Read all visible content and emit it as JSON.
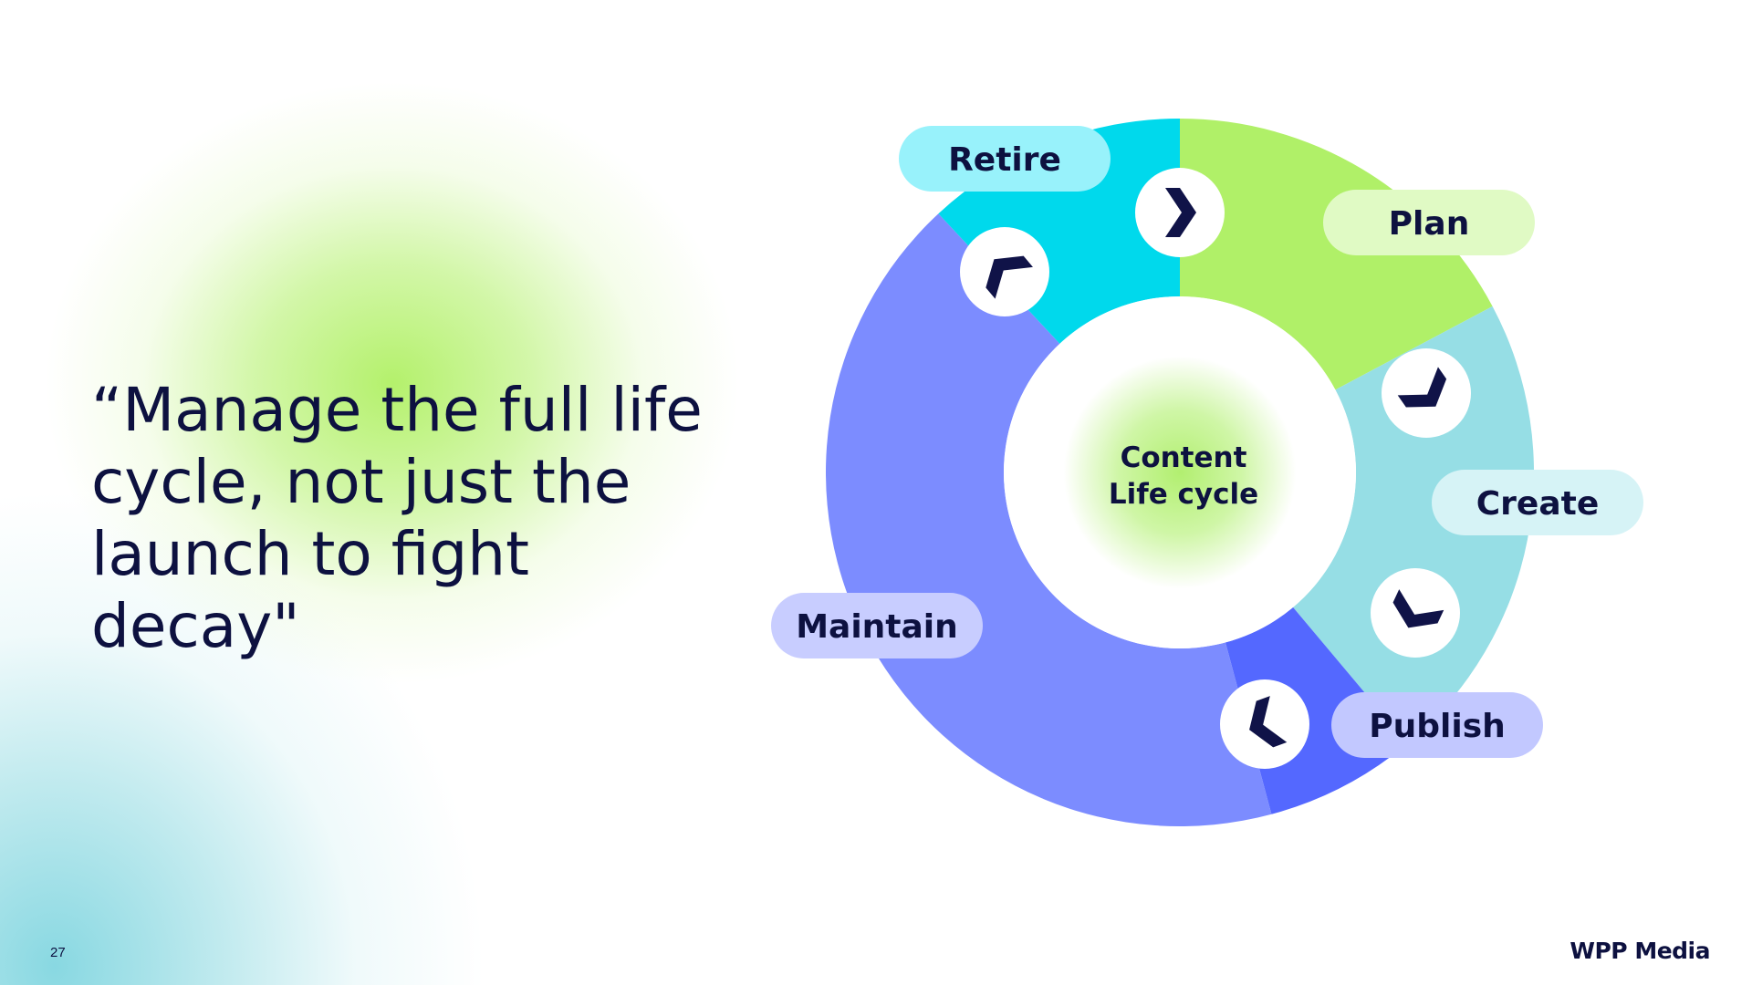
{
  "quote": "“Manage the full life cycle, not just the launch to fight decay\"",
  "page_number": "27",
  "logo": "WPP Media",
  "cycle": {
    "center_line1": "Content",
    "center_line2": "Life cycle",
    "stages": [
      {
        "name": "Plan",
        "color": "#b0f068",
        "pill_color": "#e0fac4"
      },
      {
        "name": "Create",
        "color": "#96dee5",
        "pill_color": "#d6f3f6"
      },
      {
        "name": "Publish",
        "color": "#5468ff",
        "pill_color": "#c2c8ff"
      },
      {
        "name": "Maintain",
        "color": "#7c8cff",
        "pill_color": "#c8cdff"
      },
      {
        "name": "Retire",
        "color": "#00d9ec",
        "pill_color": "#98f2fb"
      }
    ]
  },
  "colors": {
    "text": "#0d1140",
    "arrow": "#101348"
  },
  "icons": [
    "arrow-chevron-icon"
  ]
}
